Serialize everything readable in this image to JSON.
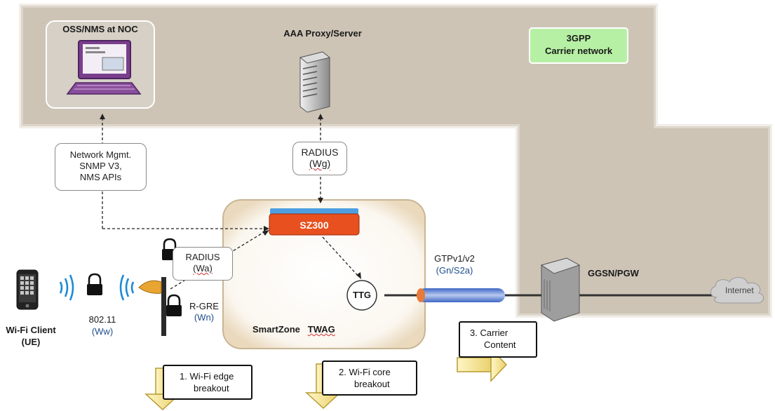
{
  "oss": {
    "label": "OSS/NMS at NOC",
    "icon": "monitor-keyboard-icon"
  },
  "aaa": {
    "label": "AAA Proxy/Server",
    "icon": "server-tower-icon"
  },
  "carrier": {
    "line1": "3GPP",
    "line2": "Carrier network"
  },
  "nms_box": {
    "line1": "Network Mgmt.",
    "line2": "SNMP V3,",
    "line3": "NMS APIs"
  },
  "radius_wg": {
    "line1": "RADIUS",
    "line2": "(Wg)"
  },
  "sz300": {
    "label": "SZ300"
  },
  "radius_wa": {
    "line1": "RADIUS",
    "line2": "(Wa)"
  },
  "rgre": {
    "line1": "R-GRE",
    "line2": "(Wn)"
  },
  "ttg": {
    "label": "TTG"
  },
  "smartzone": {
    "left": "SmartZone",
    "right": "TWAG"
  },
  "gtp": {
    "line1": "GTPv1/v2",
    "line2": "(Gn/S2a)"
  },
  "ggsn": {
    "label": "GGSN/PGW",
    "icon": "chassis-router-icon"
  },
  "internet": {
    "label": "Internet",
    "icon": "cloud-icon"
  },
  "client": {
    "line1": "Wi-Fi Client",
    "line2": "(UE)",
    "icon": "smartphone-icon"
  },
  "wifi": {
    "line1": "802.11",
    "line2": "(Ww)"
  },
  "breakout1": {
    "line1": "1.  Wi-Fi edge",
    "line2": "breakout"
  },
  "breakout2": {
    "line1": "2. Wi-Fi core",
    "line2": "breakout"
  },
  "breakout3": {
    "line1": "3. Carrier",
    "line2": "Content"
  },
  "colors": {
    "carrier_bg": "#cdc4b6",
    "sz300": "#e8501f",
    "carrier_label_bg": "#b6f0a4",
    "tunnel": "#6a8fd6"
  }
}
